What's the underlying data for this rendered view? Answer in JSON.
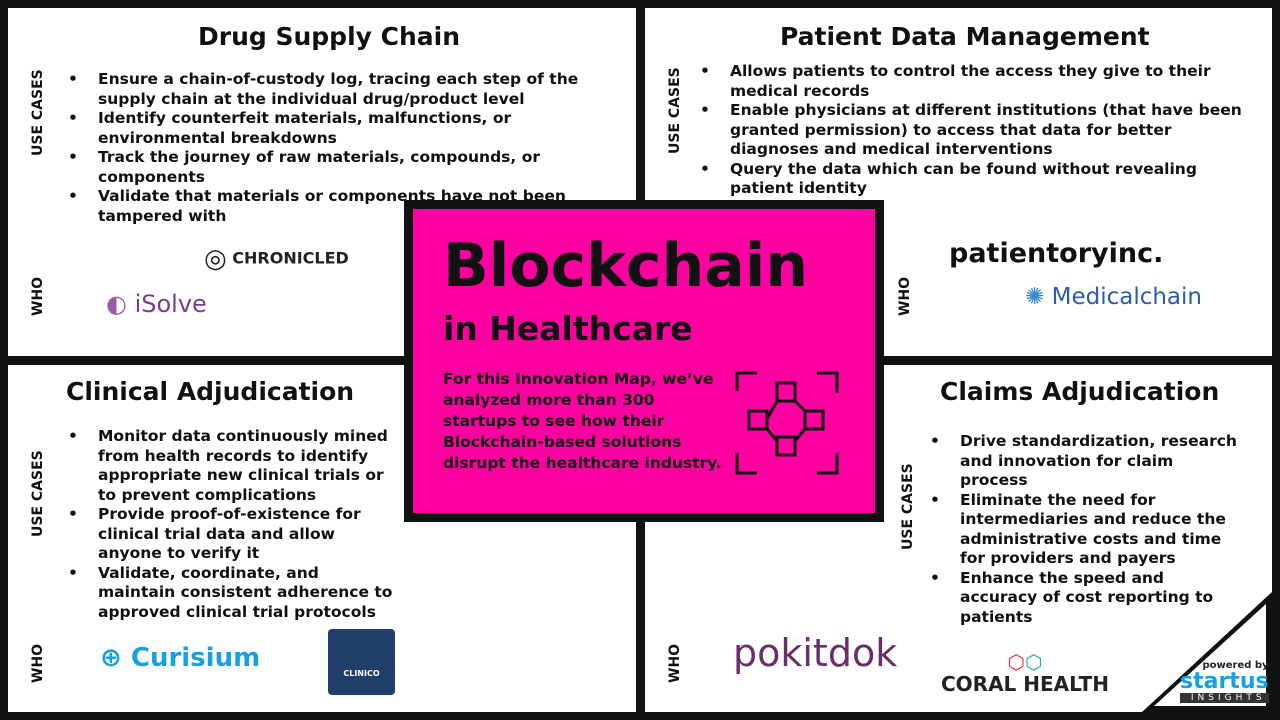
{
  "center": {
    "title": "Blockchain",
    "subtitle": "in Healthcare",
    "description": "For this Innovation Map, we’ve analyzed more than 300 startups to see how their Blockchain-based solutions disrupt the healthcare industry.",
    "accent": "#ff00a0"
  },
  "labels": {
    "use_cases": "USE CASES",
    "who": "WHO"
  },
  "sections": [
    {
      "title": "Drug Supply Chain",
      "items": [
        "Ensure a chain-of-custody log, tracing each step of the supply chain at the individual drug/product level",
        "Identify counterfeit materials, malfunctions, or environmental breakdowns",
        "Track the journey of raw materials, compounds, or components",
        "Validate that materials or components have not been tampered with"
      ],
      "logos": [
        "CHRONICLED",
        "iSolve"
      ]
    },
    {
      "title": "Patient Data Management",
      "items": [
        "Allows patients to control the access they give to their medical records",
        "Enable physicians at different institutions (that have been granted permission) to access that data for better diagnoses and medical interventions",
        "Query the data which can be found without revealing patient identity"
      ],
      "logos": [
        "patientoryinc.",
        "Medicalchain"
      ]
    },
    {
      "title": "Clinical Adjudication",
      "items": [
        "Monitor data continuously mined from health records to identify appropriate new clinical trials or to prevent complications",
        "Provide proof-of-existence for clinical trial data and allow anyone to verify it",
        "Validate, coordinate, and maintain consistent adherence to approved clinical trial protocols"
      ],
      "logos": [
        "Curisium",
        "CLINICO"
      ]
    },
    {
      "title": "Claims Adjudication",
      "items": [
        "Drive standardization, research and innovation for claim process",
        "Eliminate the need for intermediaries and reduce the administrative costs and time for providers and payers",
        "Enhance the speed and accuracy of cost reporting to patients"
      ],
      "logos": [
        "pokitdok",
        "CORAL HEALTH"
      ]
    }
  ],
  "footer": {
    "powered_by": "powered by",
    "brand": "startus",
    "brand_sub": "INSIGHTS"
  }
}
